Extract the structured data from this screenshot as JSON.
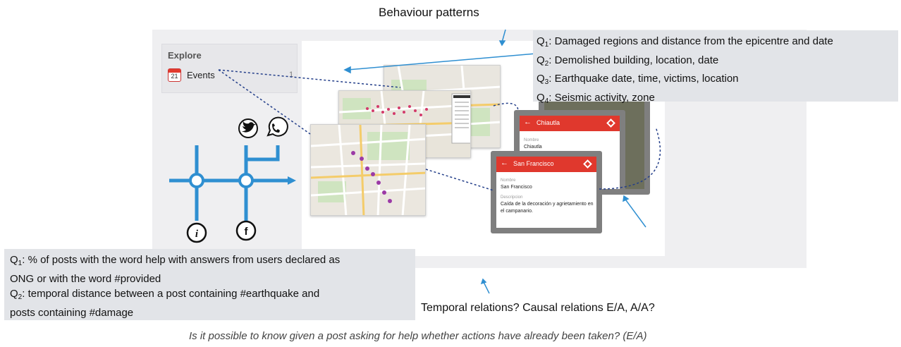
{
  "title": "Behaviour patterns",
  "explore": {
    "heading": "Explore",
    "calendar_day": "21",
    "item_label": "Events",
    "item_count": "1"
  },
  "phones": {
    "back_card": {
      "title": "Chiautla",
      "field_label": "Nombre",
      "field_value": "Chiautla"
    },
    "front_card": {
      "title": "San Francisco",
      "name_label": "Nombre",
      "name_value": "San Francisco",
      "desc_label": "Descripcion",
      "desc_line1": "Caída de la decoración y agrietamiento en",
      "desc_line2": "el campanario."
    }
  },
  "top_queries": [
    {
      "q": "Q",
      "n": "1",
      "text": ": Damaged regions and distance from the epicentre and date"
    },
    {
      "q": "Q",
      "n": "2",
      "text": ": Demolished building, location, date"
    },
    {
      "q": "Q",
      "n": "3",
      "text": ": Earthquake date, time, victims, location"
    },
    {
      "q": "Q",
      "n": "4",
      "text": ": Seismic activity, zone"
    }
  ],
  "bottom_queries": {
    "q1_prefix": "Q",
    "q1_n": "1",
    "q1_line1": ": % of posts with the word help with answers from users declared as",
    "q1_line2": "ONG or with the word #provided",
    "q2_prefix": "Q",
    "q2_n": "2",
    "q2_line1": ": temporal distance between a post containing #earthquake and",
    "q2_line2": "posts containing #damage"
  },
  "caption": "Temporal relations? Causal relations E/A, A/A?",
  "footer": "Is it possible to know given a post asking for help whether actions have already been taken? (E/A)",
  "colors": {
    "pipe": "#2f8fd1",
    "link": "#243f8a",
    "red": "#e0382d",
    "box": "#e2e4e8"
  },
  "icons": [
    "twitter-icon",
    "whatsapp-icon",
    "info-icon",
    "facebook-icon",
    "calendar-icon"
  ]
}
